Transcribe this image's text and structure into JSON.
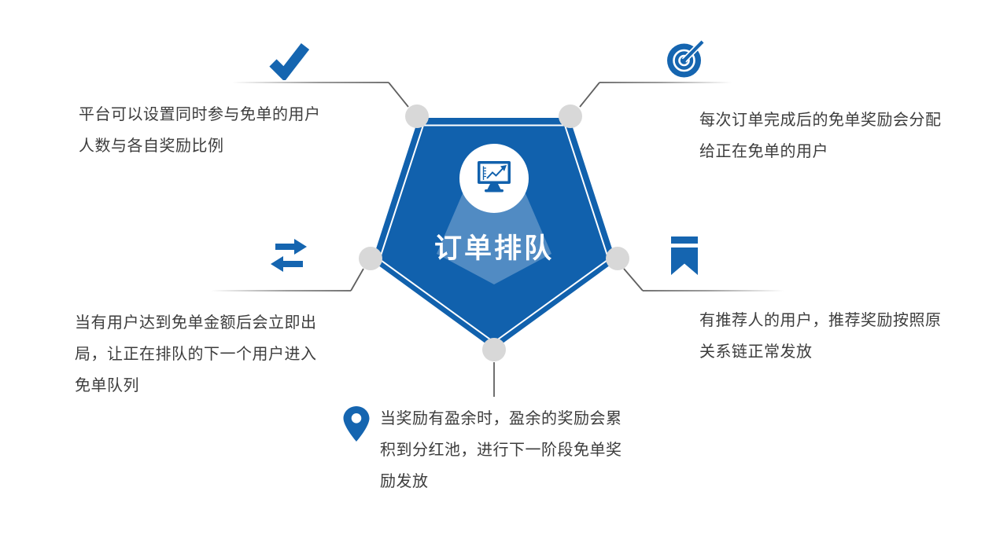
{
  "center": {
    "label": "订单排队",
    "icon": "monitor-chart-icon"
  },
  "items": [
    {
      "position": "top-left",
      "icon": "checkmark-icon",
      "text": "平台可以设置同时参与免单的用户人数与各自奖励比例"
    },
    {
      "position": "top-right",
      "icon": "target-icon",
      "text": "每次订单完成后的免单奖励会分配给正在免单的用户"
    },
    {
      "position": "middle-left",
      "icon": "swap-arrows-icon",
      "text": "当有用户达到免单金额后会立即出局，让正在排队的下一个用户进入免单队列"
    },
    {
      "position": "middle-right",
      "icon": "bookmark-icon",
      "text": "有推荐人的用户，推荐奖励按照原关系链正常发放"
    },
    {
      "position": "bottom",
      "icon": "map-pin-icon",
      "text": "当奖励有盈余时，盈余的奖励会累积到分红池，进行下一阶段免单奖励发放"
    }
  ],
  "colors": {
    "pentagon_blue": "#1161ad",
    "icon_blue": "#1565b0",
    "beam_overlay": "rgba(255,255,255,0.27)",
    "node_gray": "#d8d8d8",
    "connector_gray": "#707070",
    "body_text": "#3d3d3d",
    "title_text": "#ffffff",
    "background": "#ffffff"
  }
}
